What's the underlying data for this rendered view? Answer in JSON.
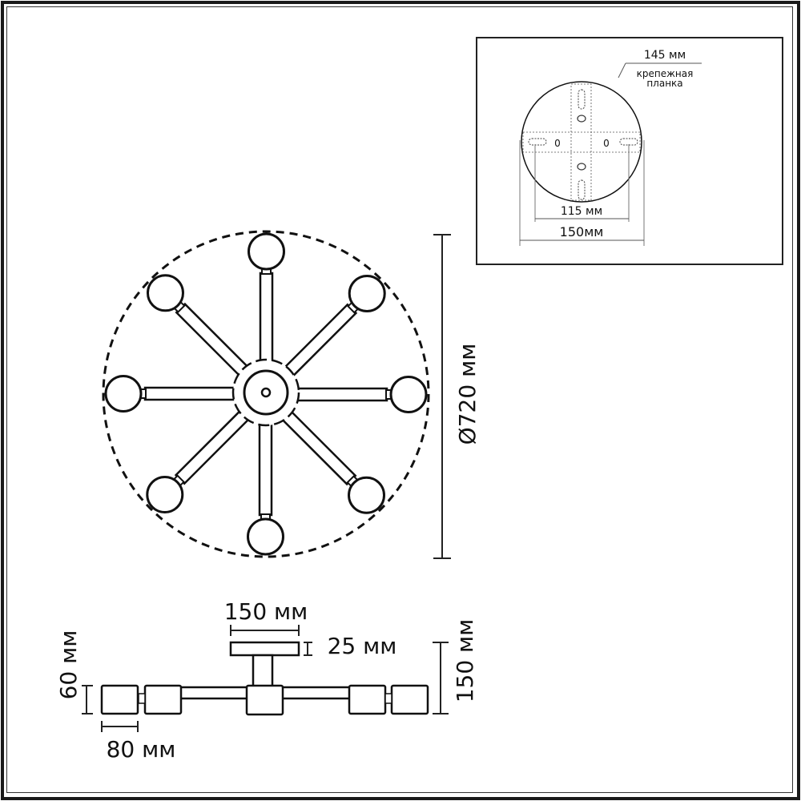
{
  "drawing": {
    "type": "chandelier dimension drawing",
    "top_view": {
      "diameter_label": "Ø720 мм",
      "arms": 8
    },
    "mount_inset": {
      "plate_label": "145 мм",
      "plate_name_line1": "крепежная",
      "plate_name_line2": "планка",
      "hole_spacing_label": "115 мм",
      "canopy_diameter_label": "150мм",
      "hole_marks": [
        "0",
        "0"
      ]
    },
    "side_view": {
      "canopy_width_label": "150 мм",
      "canopy_height_label": "25 мм",
      "total_height_label": "150 мм",
      "shade_height_label": "60 мм",
      "shade_width_label": "80 мм"
    }
  },
  "colors": {
    "line": "#111111",
    "background": "#ffffff"
  }
}
